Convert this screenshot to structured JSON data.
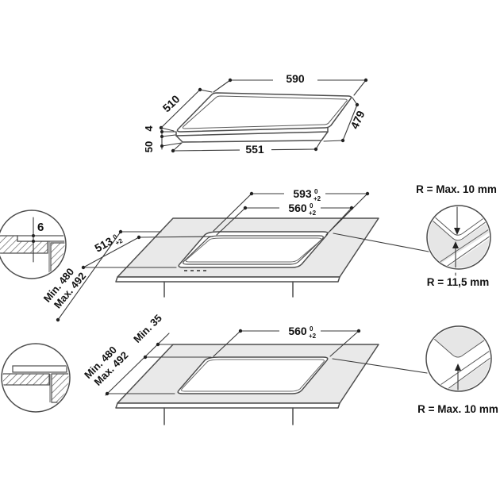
{
  "top_view": {
    "width_top": "590",
    "depth_left": "510",
    "depth_right": "479",
    "width_bottom": "551",
    "glass_thickness": "4",
    "height": "50"
  },
  "flush_installation": {
    "rebate_width": {
      "value": "593",
      "tol_top": "0",
      "tol_bottom": "+2"
    },
    "cutout_width": {
      "value": "560",
      "tol_top": "0",
      "tol_bottom": "+2"
    },
    "rebate_depth": {
      "value": "513",
      "tol_top": "0",
      "tol_bottom": "+2"
    },
    "cabinet_depth_min": "Min. 480",
    "cabinet_depth_max": "Max. 492",
    "rebate_step_depth": "6",
    "radius_top_label": "R = Max. 10 mm",
    "radius_bottom_label": "R = 11,5 mm"
  },
  "overlap_installation": {
    "cutout_width": {
      "value": "560",
      "tol_top": "0",
      "tol_bottom": "+2"
    },
    "rear_edge_distance": "Min. 35",
    "cabinet_depth_min": "Min. 480",
    "cabinet_depth_max": "Max. 492",
    "radius_label": "R = Max. 10 mm"
  }
}
